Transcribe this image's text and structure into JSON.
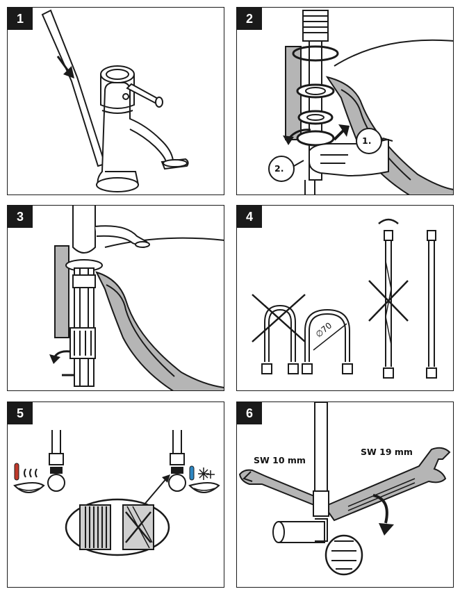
{
  "panels": [
    {
      "step": "1"
    },
    {
      "step": "2",
      "callouts": [
        "1.",
        "2."
      ]
    },
    {
      "step": "3"
    },
    {
      "step": "4",
      "dimension": "∅70"
    },
    {
      "step": "5"
    },
    {
      "step": "6",
      "wrench_small": "SW 10 mm",
      "wrench_large": "SW 19 mm"
    }
  ],
  "icons": [
    "hot-water-icon",
    "cold-water-icon",
    "cross-icon",
    "rotate-arrow-icon"
  ],
  "colors": {
    "ink": "#1a1a1a",
    "gray": "#b5b5b5",
    "hot": "#c0392b",
    "cold": "#2e86c1"
  }
}
